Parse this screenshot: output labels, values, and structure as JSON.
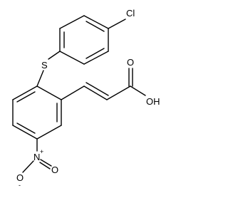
{
  "diagram": {
    "type": "chemical-structure",
    "atom_labels": {
      "chlorine": "Cl",
      "sulfur": "S",
      "carbonyl_oxygen": "O",
      "hydroxyl": "OH",
      "nitro_nitrogen": "N",
      "nitro_oxygen_top": "O",
      "nitro_oxygen_bottom": "O",
      "nitrogen_charge": "+",
      "oxygen_charge": "-"
    }
  }
}
